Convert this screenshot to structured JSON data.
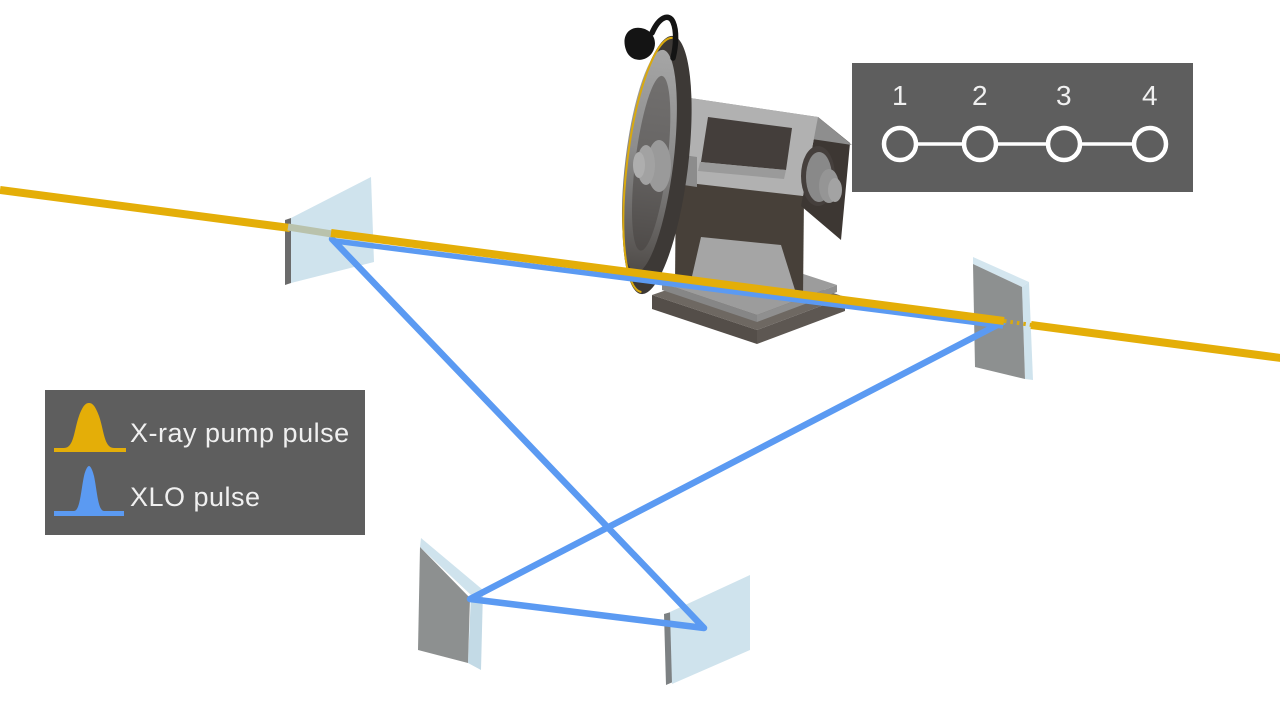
{
  "scene": {
    "description": "X-ray split-and-delay optical layout with chopper wheel, beam splitter, delay mirrors and recombination mirror",
    "background": "#ffffff"
  },
  "colors": {
    "pump_beam": "#e4ae08",
    "pump_rim": "#d9a90f",
    "xlo_beam": "#5b9af2",
    "beam_in_glass": "#b9c2ac",
    "panel_background": "#5e5e5e",
    "panel_text": "#f0f0f0",
    "glass_blue": "#cfe3ed",
    "mirror_gray": "#8d9090",
    "edge_gray": "#6f6f6f",
    "stepper_stroke": "#ffffff"
  },
  "legend": {
    "items": [
      {
        "id": "pump",
        "label": "X-ray pump pulse",
        "swatch_color": "#e4ae08",
        "icon": "broad-pulse-icon"
      },
      {
        "id": "xlo",
        "label": "XLO pulse",
        "swatch_color": "#5b9af2",
        "icon": "narrow-pulse-icon"
      }
    ]
  },
  "stepper": {
    "steps": [
      {
        "label": "1"
      },
      {
        "label": "2"
      },
      {
        "label": "3"
      },
      {
        "label": "4"
      }
    ]
  }
}
